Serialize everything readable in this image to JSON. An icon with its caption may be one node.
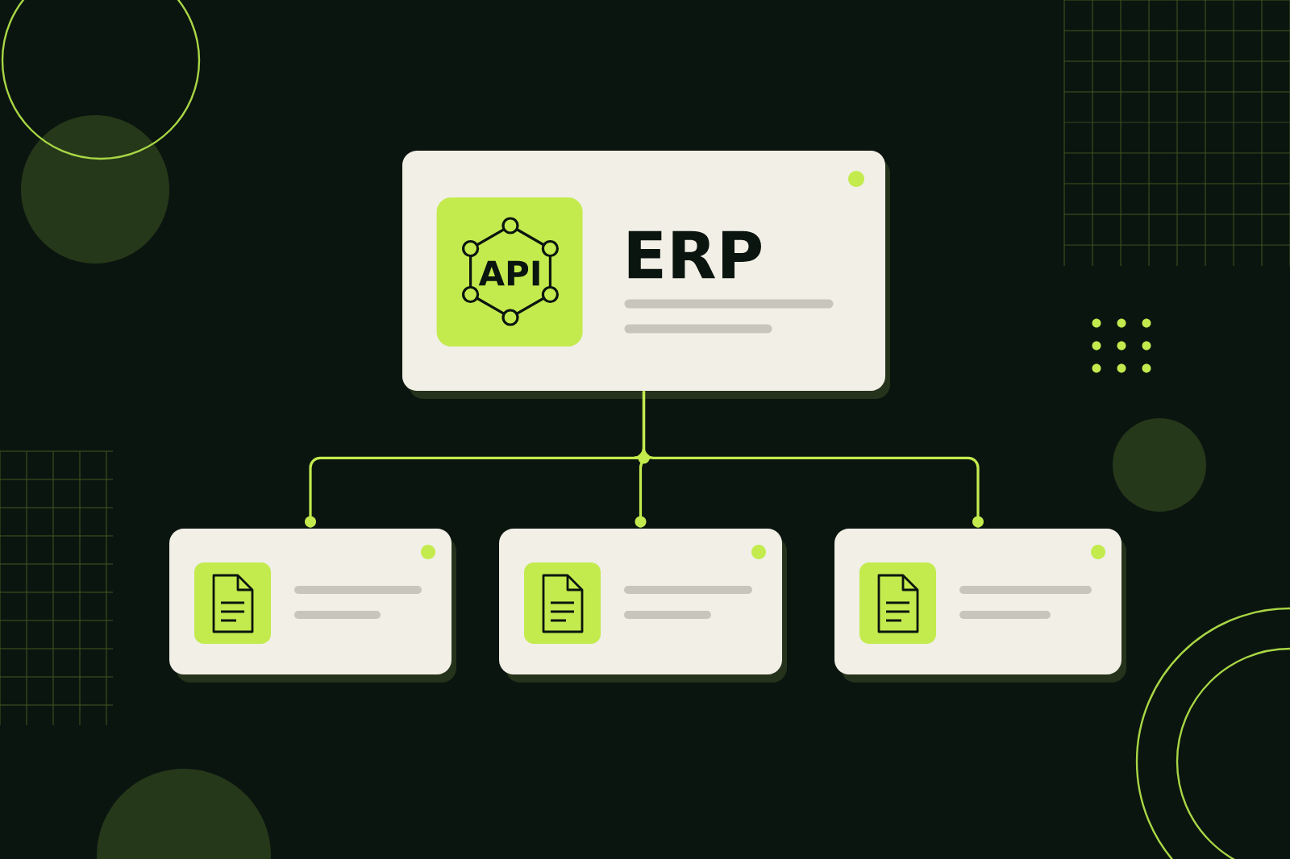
{
  "diagram": {
    "nodes": [
      {
        "text": [
          "ERP"
        ]
      },
      {
        "text": [
          "API"
        ],
        "in": 0
      },
      {
        "text": [],
        "shape": "box"
      },
      {
        "text": [],
        "shape": "box"
      },
      {
        "text": [],
        "shape": "box"
      }
    ],
    "edges": [
      {
        "from": 0,
        "to": 2,
        "arrow": "other"
      },
      {
        "from": 0,
        "to": 3,
        "arrow": "other"
      },
      {
        "from": 0,
        "to": 4,
        "arrow": "other"
      }
    ]
  }
}
